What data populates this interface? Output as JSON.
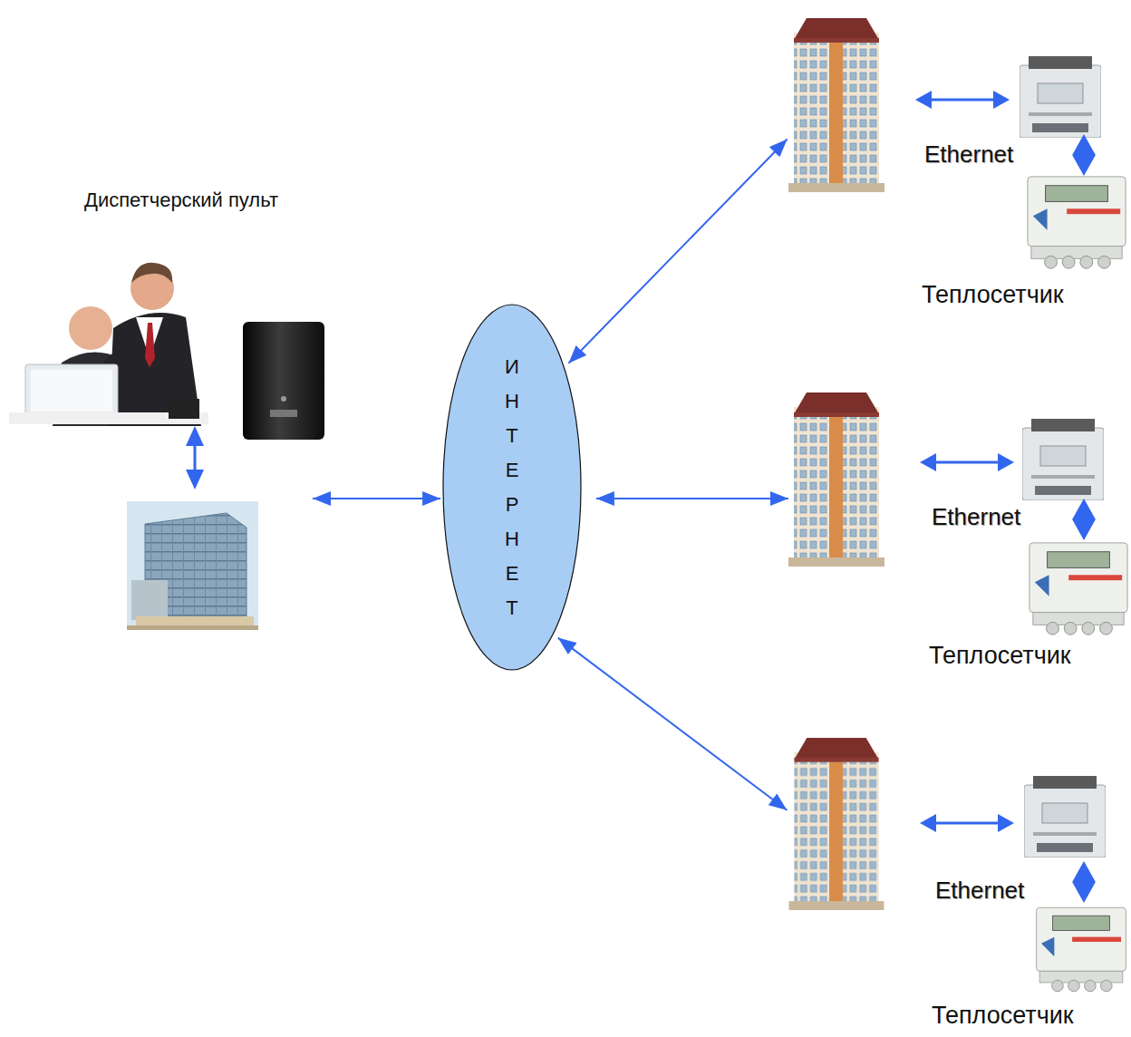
{
  "diagram": {
    "nodes": [
      {
        "text": [
          "Диспетчерский пульт"
        ]
      },
      {
        "text": [
          "ИНТЕРНЕТ"
        ]
      },
      {
        "text": [
          "Теплосетчик"
        ]
      },
      {
        "text": [
          "Теплосетчик"
        ]
      },
      {
        "text": [
          "Теплосетчик"
        ]
      }
    ],
    "edges": [
      {
        "from": 0,
        "to": 1,
        "arrow": "both"
      },
      {
        "from": 1,
        "to": 2,
        "arrow": "both"
      },
      {
        "from": 1,
        "to": 3,
        "arrow": "both"
      },
      {
        "from": 1,
        "to": 4,
        "arrow": "both"
      }
    ],
    "labels": [
      "Ethernet",
      "Ethernet",
      "Ethernet"
    ]
  }
}
